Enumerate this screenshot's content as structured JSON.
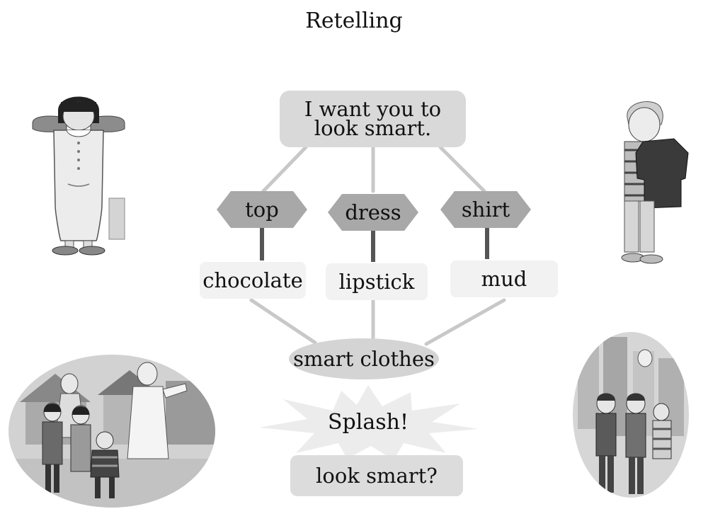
{
  "title": "Retelling",
  "top_box": {
    "line1": "I want you to",
    "line2": "look smart."
  },
  "clothes": [
    {
      "garment": "top",
      "stain": "chocolate"
    },
    {
      "garment": "dress",
      "stain": "lipstick"
    },
    {
      "garment": "shirt",
      "stain": "mud"
    }
  ],
  "center": "smart clothes",
  "splash": "Splash!",
  "bottom": "look smart?",
  "colors": {
    "box_gray": "#d9d9d9",
    "hex_gray": "#a8a8a8",
    "line_gray": "#c8c8c8",
    "stem_dark": "#555555",
    "item_light": "#f2f2f2"
  },
  "illustrations": {
    "top_left": "girl-holding-dress-illustration",
    "top_right": "boy-holding-shirt-illustration",
    "bottom_left": "family-splashed-scene-illustration",
    "bottom_right": "crowd-scene-illustration"
  }
}
